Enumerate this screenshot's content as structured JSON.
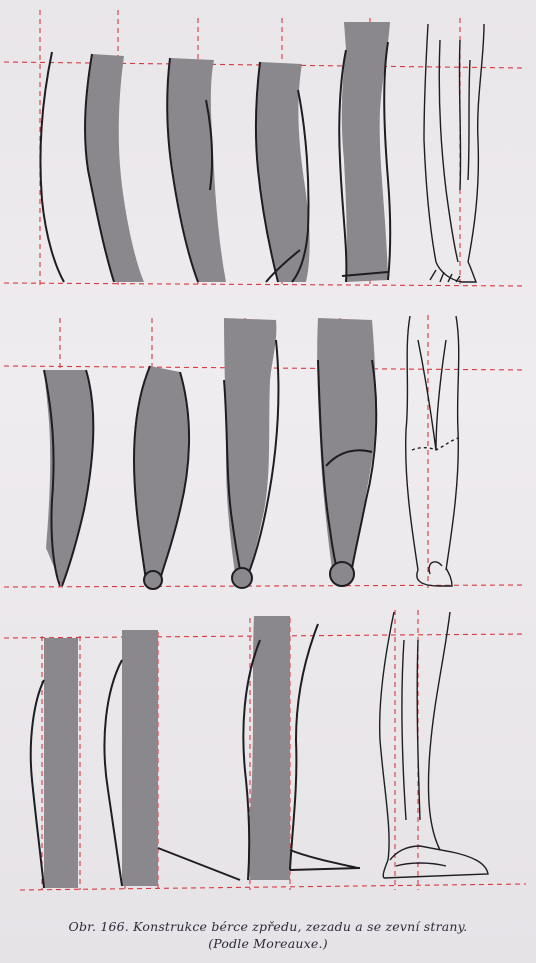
{
  "figure": {
    "caption_line1": "Obr. 166. Konstrukce bérce zpředu, zezadu a se zevní strany.",
    "caption_line2": "(Podle Moreauxe.)",
    "colors": {
      "paper": "#ece9ec",
      "shading": "#8a888c",
      "outline": "#1e1e22",
      "guide_lines": "#d8383f",
      "caption_text": "#2a2a3a"
    },
    "rows": [
      {
        "name": "row-front",
        "stages": 6
      },
      {
        "name": "row-back",
        "stages": 5
      },
      {
        "name": "row-side",
        "stages": 4
      }
    ]
  }
}
